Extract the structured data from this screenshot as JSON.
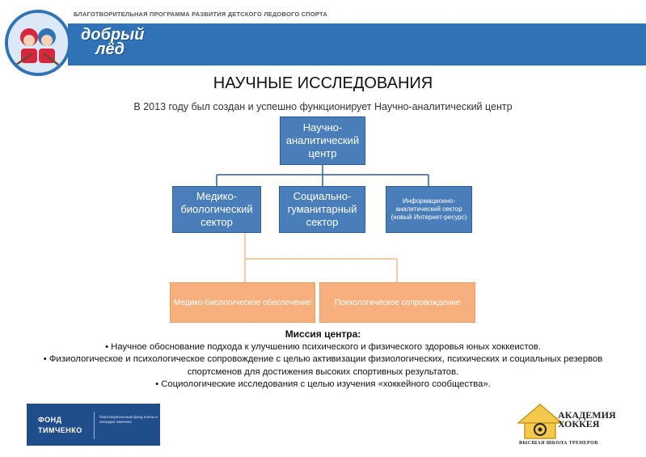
{
  "header": {
    "program_title": "БЛАГОТВОРИТЕЛЬНАЯ ПРОГРАММА РАЗВИТИЯ ДЕТСКОГО ЛЕДОВОГО СПОРТА",
    "logo_text_line1": "добрый",
    "logo_text_line2": "лёд",
    "bar_color": "#2f72b6"
  },
  "main": {
    "title": "НАУЧНЫЕ ИССЛЕДОВАНИЯ",
    "subtitle": "В 2013 году был создан и успешно функционирует Научно-аналитический центр"
  },
  "org_chart": {
    "root": "Научно-аналитический центр",
    "sectors": [
      "Медико-биологический сектор",
      "Социально-гуманитарный сектор",
      "Информационно-аналитический сектор (новый Интернет-ресурс)"
    ],
    "sub_units": [
      "Медико-биологическое обеспечение",
      "Психологическое сопровождение"
    ],
    "blue_color": "#4a7ebb",
    "orange_color": "#f7b07d"
  },
  "mission": {
    "title": "Миссия центра:",
    "items": [
      "• Научное обоснование подхода к улучшению психического и физического здоровья юных хоккеистов.",
      "• Физиологическое и психологическое сопровождение с целью активизации физиологических, психических и социальных резервов спортсменов для достижения высоких спортивных результатов.",
      "• Социологические исследования с целью изучения «хоккейного сообщества»."
    ]
  },
  "footer": {
    "fond_name_line1": "ФОНД",
    "fond_name_line2": "ТИМЧЕНКО",
    "fond_desc": "благотворительный фонд елены и геннадия тимченко",
    "academy_line1": "АКАДЕМИЯ",
    "academy_line2": "ХОККЕЯ",
    "academy_sub": "ВЫСШАЯ ШКОЛА ТРЕНЕРОВ"
  }
}
